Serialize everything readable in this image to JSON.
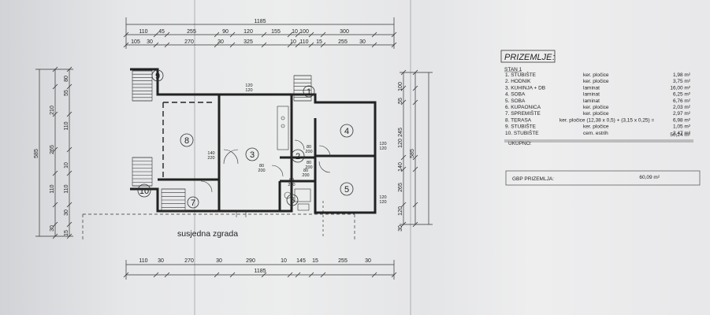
{
  "plan": {
    "dims_top_total": "1185",
    "dims_top_row1": [
      "110",
      "45",
      "255",
      "90",
      "120",
      "155",
      "10",
      "100",
      "300"
    ],
    "dims_top_row2": [
      "105",
      "30",
      "270",
      "30",
      "325",
      "10",
      "110",
      "15",
      "255",
      "30"
    ],
    "dims_bottom_row": [
      "110",
      "30",
      "270",
      "30",
      "290",
      "10",
      "145",
      "15",
      "255",
      "30"
    ],
    "dims_bottom_total": "1185",
    "dims_left_outer": "585",
    "dims_left_mid": [
      "210",
      "265",
      "110",
      "30"
    ],
    "dims_left_inner": [
      "80",
      "55",
      "110",
      "10",
      "110",
      "30",
      "15"
    ],
    "dims_right_inner": [
      "100",
      "55",
      "245",
      "120",
      "140",
      "265",
      "120",
      "30"
    ],
    "dims_right_outer": "585",
    "rooms": [
      "1",
      "2",
      "3",
      "4",
      "5",
      "6",
      "7",
      "8",
      "9",
      "10"
    ],
    "door_labels": [
      "120\n120",
      "140\n220",
      "80\n200",
      "80\n200",
      "80\n200",
      "120\n120",
      "120\n120",
      "80\n200",
      "80\n200"
    ],
    "neighbor_label": "susjedna zgrada"
  },
  "table": {
    "title": "PRIZEMLJE",
    "unit_header": "STAN 1",
    "rows": [
      {
        "name": "1. STUBIŠTE",
        "finish": "ker. pločice",
        "area": "1,98 m²"
      },
      {
        "name": "2. HODNIK",
        "finish": "ker. pločice",
        "area": "3,75 m²"
      },
      {
        "name": "3. KUHINJA + DB",
        "finish": "laminat",
        "area": "16,00 m²"
      },
      {
        "name": "4. SOBA",
        "finish": "laminat",
        "area": "6,25 m²"
      },
      {
        "name": "5. SOBA",
        "finish": "laminat",
        "area": "6,76 m²"
      },
      {
        "name": "6. KUPAONICA",
        "finish": "ker. pločice",
        "area": "2,03 m²"
      },
      {
        "name": "7. SPREMIŠTE",
        "finish": "ker. pločice",
        "area": "2,97 m²"
      },
      {
        "name": "8. TERASA",
        "finish": "ker. pločice  (12,38 x 0,5) + (3,15 x 0,25) =",
        "area": "6,98 m²"
      },
      {
        "name": "9. STUBIŠTE",
        "finish": "ker. pločice",
        "area": "1,05 m²"
      },
      {
        "name": "10. STUBIŠTE",
        "finish": "cem. estrih",
        "area": "2,47 m²"
      }
    ],
    "total_label": "UKUPNO:",
    "total_value": "50,24 m²",
    "gbp_label": "GBP PRIZEMLJA:",
    "gbp_value": "60,09 m²"
  }
}
